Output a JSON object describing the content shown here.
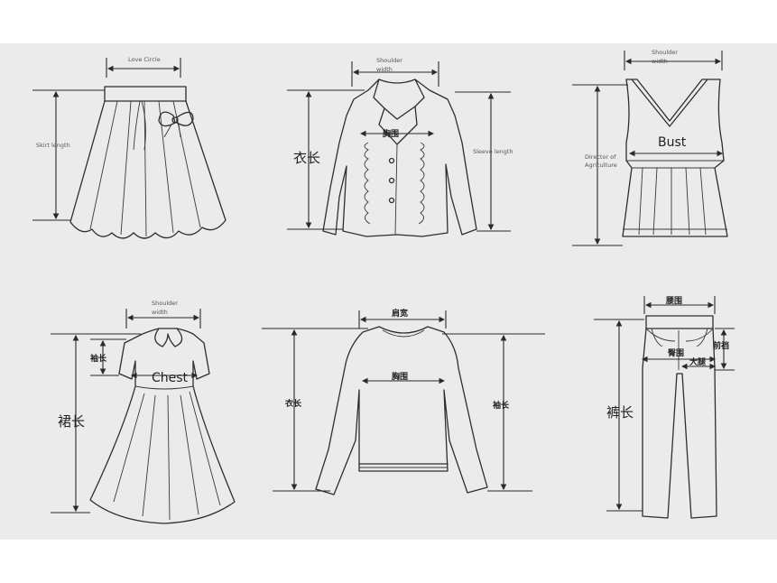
{
  "garments": {
    "skirt": {
      "waist_label": "Love Circle",
      "length_label": "Skirt length"
    },
    "jacket": {
      "shoulder_label_1": "Shoulder",
      "shoulder_label_2": "width",
      "length_label": "衣长",
      "chest_label": "胸围",
      "sleeve_label": "Sleeve length"
    },
    "vest": {
      "shoulder_label_1": "Shoulder",
      "shoulder_label_2": "width",
      "bust_label": "Bust",
      "length_label_1": "Director of",
      "length_label_2": "Agriculture"
    },
    "dress": {
      "shoulder_label_1": "Shoulder",
      "shoulder_label_2": "width",
      "sleeve_label": "袖长",
      "chest_label": "Chest",
      "length_label": "裙长"
    },
    "sweater": {
      "shoulder_label": "肩宽",
      "chest_label": "胸围",
      "length_label": "衣长",
      "sleeve_label": "袖长"
    },
    "pants": {
      "waist_label": "腰围",
      "hip_label": "臀围",
      "front_rise_label": "前裆",
      "thigh_label": "大腿",
      "length_label": "裤长"
    }
  }
}
